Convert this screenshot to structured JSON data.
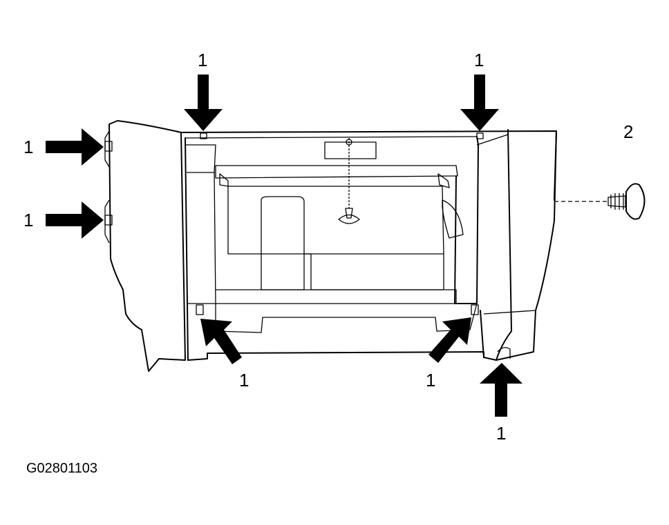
{
  "callouts": {
    "top_left": "1",
    "top_right": "1",
    "left_upper": "1",
    "left_lower": "1",
    "bottom_left": "1",
    "bottom_mid": "1",
    "bottom_right": "1",
    "fastener": "2"
  },
  "figure_code": "G02801103"
}
